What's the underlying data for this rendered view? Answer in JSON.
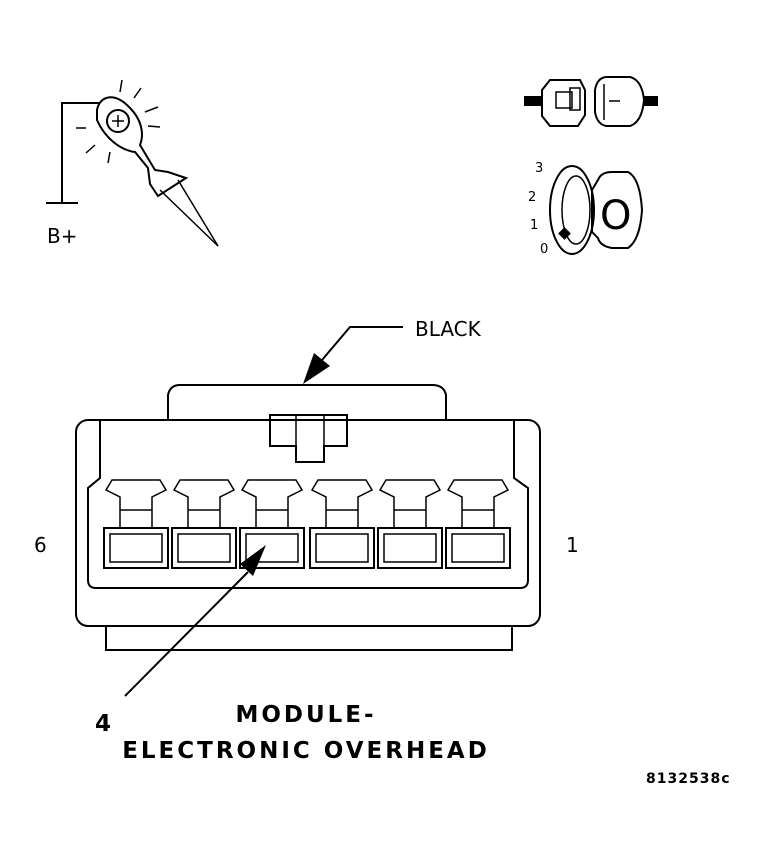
{
  "test_light": {
    "label": "B+"
  },
  "ignition": {
    "positions": [
      "3",
      "2",
      "1",
      "0"
    ],
    "key_letter": "O"
  },
  "connector": {
    "color_label": "BLACK",
    "left_pin": "6",
    "right_pin": "1",
    "callout_pin": "4"
  },
  "title": {
    "line1": "MODULE-",
    "line2": "ELECTRONIC OVERHEAD"
  },
  "figure_id": "8132538c"
}
